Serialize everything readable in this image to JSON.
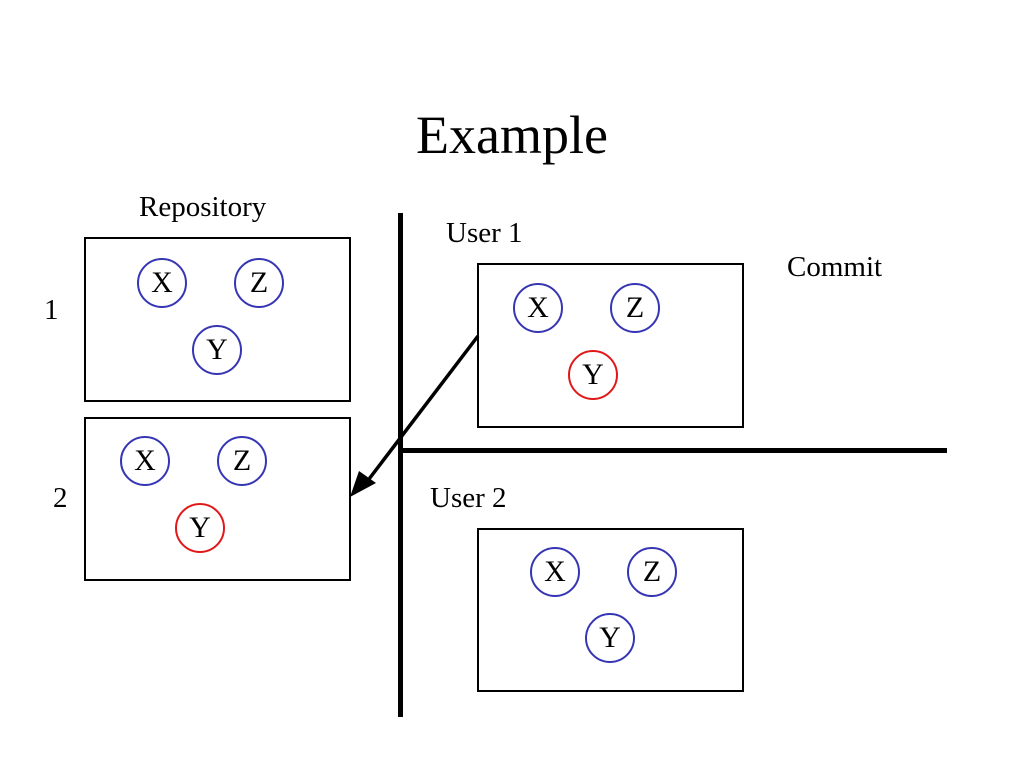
{
  "title": "Example",
  "repository": {
    "heading": "Repository",
    "versions": [
      {
        "label": "1",
        "nodes": [
          {
            "name": "X",
            "changed": false
          },
          {
            "name": "Z",
            "changed": false
          },
          {
            "name": "Y",
            "changed": false
          }
        ]
      },
      {
        "label": "2",
        "nodes": [
          {
            "name": "X",
            "changed": false
          },
          {
            "name": "Z",
            "changed": false
          },
          {
            "name": "Y",
            "changed": true
          }
        ]
      }
    ]
  },
  "users": [
    {
      "label": "User 1",
      "nodes": [
        {
          "name": "X",
          "changed": false
        },
        {
          "name": "Z",
          "changed": false
        },
        {
          "name": "Y",
          "changed": true
        }
      ]
    },
    {
      "label": "User 2",
      "nodes": [
        {
          "name": "X",
          "changed": false
        },
        {
          "name": "Z",
          "changed": false
        },
        {
          "name": "Y",
          "changed": false
        }
      ]
    }
  ],
  "action": {
    "label": "Commit",
    "from": "User 1",
    "to": "2"
  },
  "colors": {
    "unchanged_node": "#3636b4",
    "changed_node": "#e01818",
    "lines": "#000000"
  }
}
